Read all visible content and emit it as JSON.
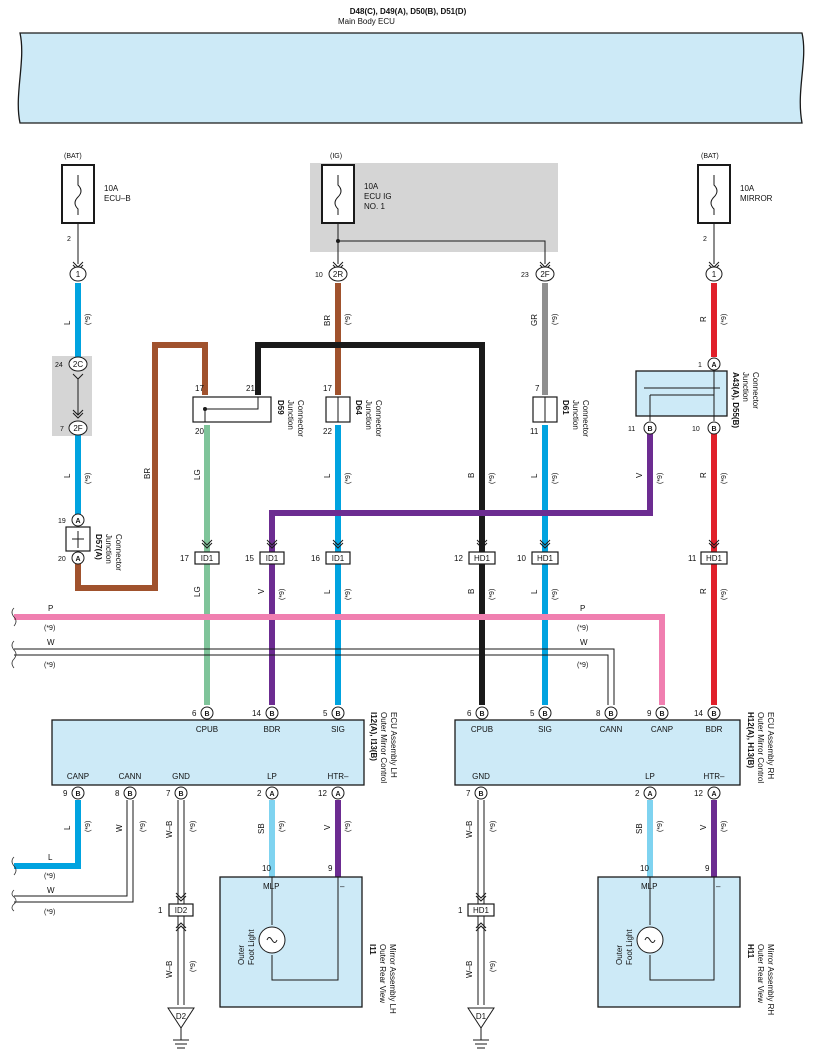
{
  "main_ecu": {
    "codes": "D48(C), D49(A), D50(B), D51(D)",
    "name": "Main Body ECU"
  },
  "fuses": {
    "ecu_b": {
      "source": "(BAT)",
      "amp": "10A",
      "name": "ECU–B",
      "pin": "2"
    },
    "ecu_ig": {
      "source": "(IG)",
      "amp": "10A",
      "name1": "ECU IG",
      "name2": "NO. 1"
    },
    "mirror": {
      "source": "(BAT)",
      "amp": "10A",
      "name": "MIRROR",
      "pin": "2"
    }
  },
  "terminals": {
    "t1_left": "1",
    "t2R": "2R",
    "t2F": "2F",
    "t1_right": "1",
    "t2C": "2C",
    "t2F_b": "2F",
    "tA19": "A",
    "tA20": "A",
    "tA1": "A",
    "tB11": "B",
    "tB10": "B",
    "pins": {
      "p10": "10",
      "p23": "23",
      "p24": "24",
      "p7": "7",
      "p19": "19",
      "p20": "20",
      "p1": "1",
      "p11": "11",
      "p10b": "10"
    }
  },
  "wire_colors": {
    "L": "L",
    "BR": "BR",
    "GR": "GR",
    "R": "R",
    "LG": "LG",
    "B": "B",
    "V": "V",
    "P": "P",
    "W": "W",
    "SB": "SB",
    "WB": "W–B",
    "note": "(*9)"
  },
  "junctions": {
    "d57": {
      "code": "D57(A)",
      "type": "Junction",
      "sub": "Connector"
    },
    "d59": {
      "code": "D59",
      "type": "Junction",
      "sub": "Connector",
      "pin17": "17",
      "pin21": "21",
      "pin20": "20"
    },
    "d64": {
      "code": "D64",
      "type": "Junction",
      "sub": "Connector",
      "pin17": "17",
      "pin22": "22"
    },
    "d61": {
      "code": "D61",
      "type": "Junction",
      "sub": "Connector",
      "pin7": "7",
      "pin11": "11"
    },
    "a43": {
      "code": "A43(A), D55(B)",
      "type": "Junction",
      "sub": "Connector"
    }
  },
  "inline_connectors": {
    "id1_17": {
      "pin": "17",
      "label": "ID1"
    },
    "id1_15": {
      "pin": "15",
      "label": "ID1"
    },
    "id1_16": {
      "pin": "16",
      "label": "ID1"
    },
    "hd1_12": {
      "pin": "12",
      "label": "HD1"
    },
    "hd1_10": {
      "pin": "10",
      "label": "HD1"
    },
    "hd1_11": {
      "pin": "11",
      "label": "HD1"
    },
    "id2_1": {
      "pin": "1",
      "label": "ID2"
    },
    "hd1_1": {
      "pin": "1",
      "label": "HD1"
    }
  },
  "lh_ecu": {
    "code": "I12(A), I13(B)",
    "name1": "Outer Mirror Control",
    "name2": "ECU Assembly LH",
    "top_pins": [
      {
        "num": "6",
        "term": "B",
        "label": "CPUB"
      },
      {
        "num": "14",
        "term": "B",
        "label": "BDR"
      },
      {
        "num": "5",
        "term": "B",
        "label": "SIG"
      }
    ],
    "bottom_pins": [
      {
        "num": "9",
        "term": "B",
        "label": "CANP"
      },
      {
        "num": "8",
        "term": "B",
        "label": "CANN"
      },
      {
        "num": "7",
        "term": "B",
        "label": "GND"
      },
      {
        "num": "2",
        "term": "A",
        "label": "LP"
      },
      {
        "num": "12",
        "term": "A",
        "label": "HTR–"
      }
    ]
  },
  "rh_ecu": {
    "code": "H12(A), H13(B)",
    "name1": "Outer Mirror Control",
    "name2": "ECU Assembly RH",
    "top_pins": [
      {
        "num": "6",
        "term": "B",
        "label": "CPUB"
      },
      {
        "num": "5",
        "term": "B",
        "label": "SIG"
      },
      {
        "num": "8",
        "term": "B",
        "label": "CANN"
      },
      {
        "num": "9",
        "term": "B",
        "label": "CANP"
      },
      {
        "num": "14",
        "term": "B",
        "label": "BDR"
      }
    ],
    "bottom_pins": [
      {
        "num": "7",
        "term": "B",
        "label": "GND"
      },
      {
        "num": "2",
        "term": "A",
        "label": "LP"
      },
      {
        "num": "12",
        "term": "A",
        "label": "HTR–"
      }
    ]
  },
  "lh_mirror": {
    "code": "I11",
    "name1": "Outer Rear View",
    "name2": "Mirror Assembly LH",
    "mlp": "MLP",
    "minus": "–",
    "pin10": "10",
    "pin9": "9",
    "light1": "Outer",
    "light2": "Foot Light"
  },
  "rh_mirror": {
    "code": "H11",
    "name1": "Outer Rear View",
    "name2": "Mirror Assembly RH",
    "mlp": "MLP",
    "minus": "–",
    "pin10": "10",
    "pin9": "9",
    "light1": "Outer",
    "light2": "Foot Light"
  },
  "grounds": {
    "d2": "D2",
    "d1": "D1"
  },
  "colors": {
    "L": "#00a3e0",
    "BR": "#a0522d",
    "GR": "#8f8f8f",
    "R": "#e0202a",
    "LG": "#7fc49a",
    "B": "#1a1a1a",
    "V": "#6c2c91",
    "P": "#f07fb0",
    "SB": "#7fd3f0",
    "box": "#cdeaf7"
  }
}
